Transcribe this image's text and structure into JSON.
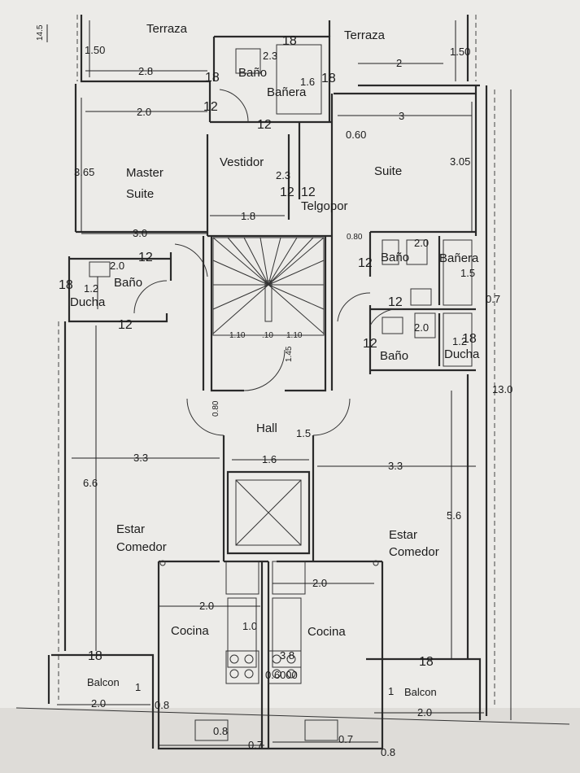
{
  "rooms": {
    "terraza_left": "Terraza",
    "terraza_right": "Terraza",
    "bano_top": "Baño",
    "banera_top": "Bañera",
    "master": "Master",
    "master_suite": "Suite",
    "vestidor": "Vestidor",
    "suite": "Suite",
    "telgopor": "Telgopor",
    "bano_left": "Baño",
    "ducha_left": "Ducha",
    "bano_right": "Baño",
    "banera_right": "Bañera",
    "bano_right2": "Baño",
    "ducha_right": "Ducha",
    "hall": "Hall",
    "estar_left": "Estar",
    "comedor_left": "Comedor",
    "estar_right": "Estar",
    "comedor_right": "Comedor",
    "cocina_left": "Cocina",
    "cocina_right": "Cocina",
    "balcon_left": "Balcon",
    "balcon_right": "Balcon"
  },
  "dimensions": {
    "d_145": "14.5",
    "d_150a": "1.50",
    "d_150b": "1.50",
    "d_28": "2.8",
    "d_23a": "2.3",
    "d_16": "1.6",
    "d_2a": "2",
    "d_20a": "2.0",
    "d_3": "3",
    "d_060": "0.60",
    "d_365": "3.65",
    "d_23b": "2.3",
    "d_305": "3.05",
    "d_18": "1.8",
    "d_30": "3.0",
    "d_080a": "0.80",
    "d_20b": "2.0",
    "d_20c": "2.0",
    "d_12a": "1.2",
    "d_15a": "1.5",
    "d_07a": "0.7",
    "d_20d": "2.0",
    "d_110a": "1.10",
    "d_10": ".10",
    "d_110b": "1.10",
    "d_145b": "1.45",
    "d_12b": "1.2",
    "d_080b": "0.80",
    "d_15b": "1.5",
    "d_33a": "3.3",
    "d_16b": "1.6",
    "d_33b": "3.3",
    "d_66": "6.6",
    "d_56": "5.6",
    "d_130": "13.0",
    "d_20e": "2.0",
    "d_20f": "2.0",
    "d_10b": "1.0",
    "d_38": "3.8",
    "d_0600": "0.6000",
    "d_1a": "1",
    "d_1b": "1",
    "d_20g": "2.0",
    "d_08a": "0.8",
    "d_20h": "2.0",
    "d_08b": "0.8",
    "d_07b": "0.7",
    "d_07c": "0.7",
    "d_08c": "0.8"
  },
  "wall_marks": {
    "w18_a": "18",
    "w18_b": "18",
    "w18_c": "18",
    "w12_a": "12",
    "w12_b": "12",
    "w12_c": "12",
    "w12_d": "12",
    "w12_e": "12",
    "w18_d": "18",
    "w12_f": "12",
    "w12_g": "12",
    "w12_h": "12",
    "w12_i": "12",
    "w18_e": "18",
    "w18_f": "18",
    "w18_g": "18"
  }
}
